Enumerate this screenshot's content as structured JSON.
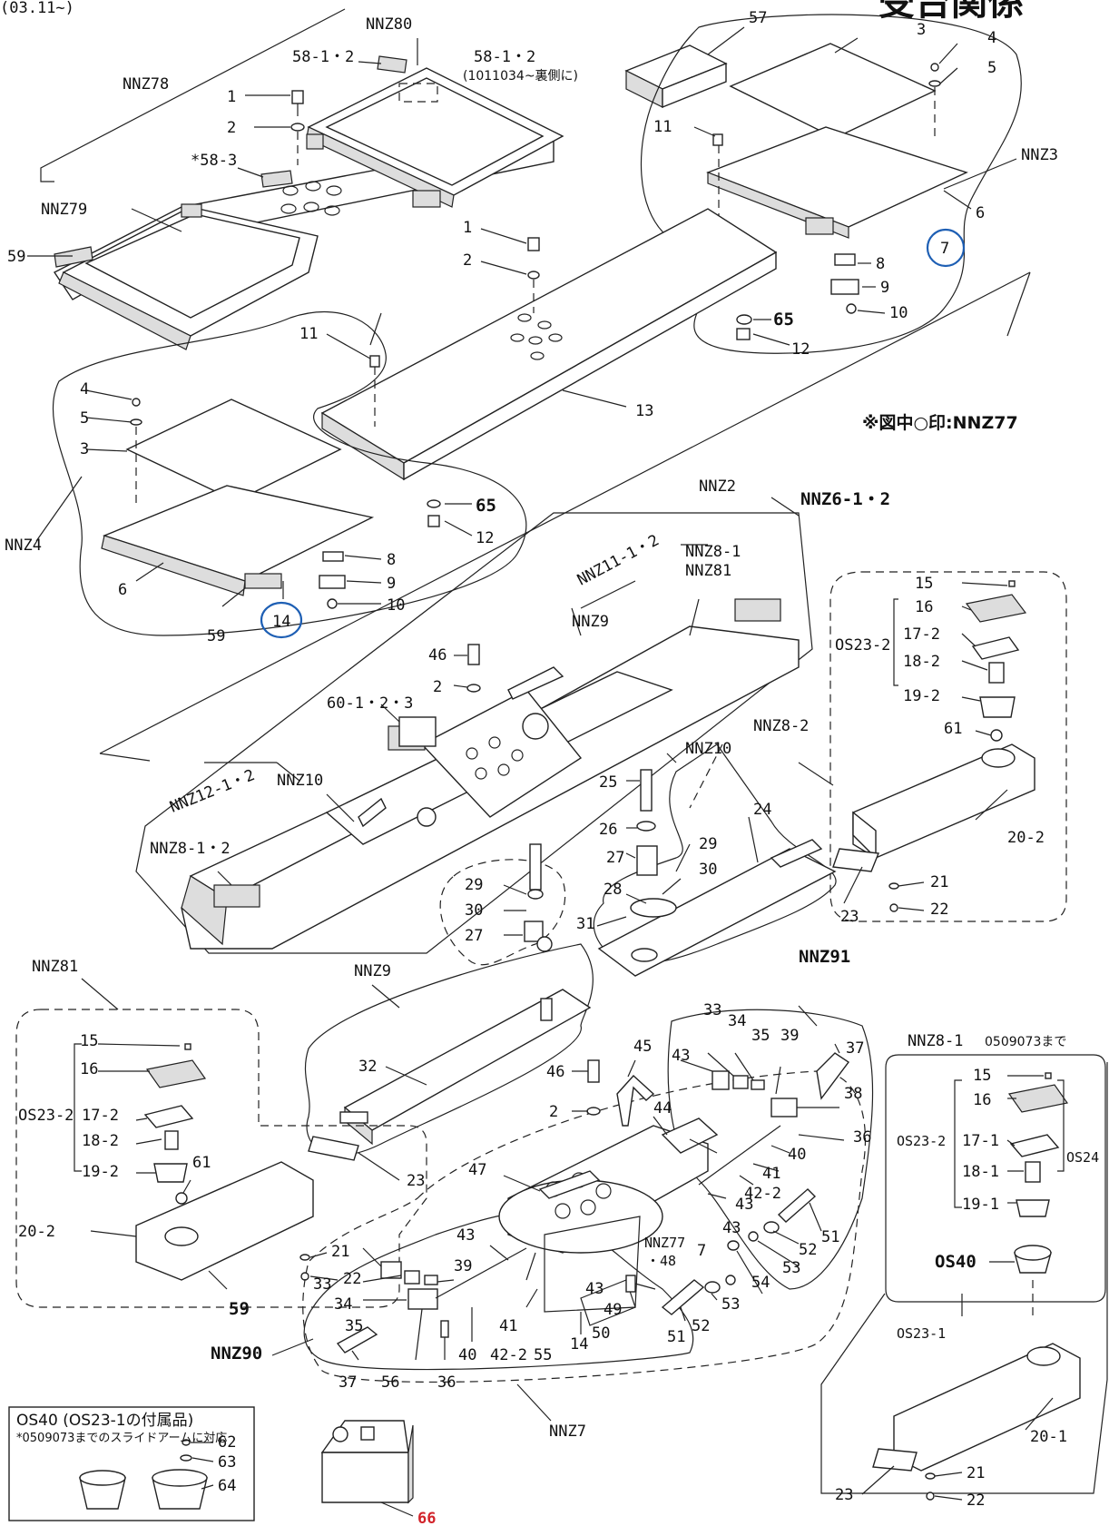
{
  "header": {
    "top_left": "(03.11~)",
    "top_right": "受台関係"
  },
  "note": {
    "text": "※図中○印:NNZ77",
    "marker_color": "#1e5fb4"
  },
  "assemblies": {
    "nnz78": "NNZ78",
    "nnz79": "NNZ79",
    "nnz80": "NNZ80",
    "nnz3": "NNZ3",
    "nnz4": "NNZ4",
    "nnz2": "NNZ2",
    "nnz6": "NNZ6-1・2",
    "nnz11": "NNZ11-1・2",
    "nnz8_1": "NNZ8-1",
    "nnz81_top": "NNZ81",
    "nnz9_top": "NNZ9",
    "nnz12": "NNZ12-1・2",
    "nnz10_left": "NNZ10",
    "nnz8_12": "NNZ8-1・2",
    "nnz10_mid": "NNZ10",
    "nnz8_2": "NNZ8-2",
    "nnz81_left": "NNZ81",
    "nnz9_mid": "NNZ9",
    "nnz91": "NNZ91",
    "nnz90": "NNZ90",
    "nnz7": "NNZ7",
    "nnz77_48": "NNZ77",
    "nnz77_48b": "・48",
    "nnz8_1_box": "NNZ8-1",
    "nnz8_1_box_note": "0509073まで",
    "os23_2_a": "OS23-2",
    "os23_2_b": "OS23-2",
    "os23_2_c": "OS23-2",
    "os24": "OS24",
    "os23_1": "OS23-1",
    "os40": "OS40"
  },
  "callouts": {
    "top_58_12": "58-1・2",
    "top_58_12_b": "58-1・2",
    "top_58_note": "(1011034~裏側に)",
    "top_58_3": "*58-3",
    "top_1": "1",
    "top_2": "2",
    "top_59": "59",
    "top_57": "57",
    "r_3": "3",
    "r_4": "4",
    "r_5": "5",
    "r_11": "11",
    "r_6": "6",
    "r_7": "7",
    "r_8": "8",
    "r_9": "9",
    "r_10": "10",
    "r_65": "65",
    "r_12": "12",
    "c_1": "1",
    "c_2": "2",
    "c_13": "13",
    "l_11": "11",
    "l_4": "4",
    "l_5": "5",
    "l_3": "3",
    "l_6": "6",
    "l_65": "65",
    "l_12": "12",
    "l_8": "8",
    "l_9": "9",
    "l_10": "10",
    "l_14": "14",
    "l_59": "59",
    "m_46": "46",
    "m_2": "2",
    "m_60": "60-1・2・3",
    "rr_15": "15",
    "rr_16": "16",
    "rr_172": "17-2",
    "rr_182": "18-2",
    "rr_192": "19-2",
    "rr_61": "61",
    "rr_202": "20-2",
    "rr_21": "21",
    "rr_22": "22",
    "rr_23": "23",
    "s_25": "25",
    "s_26": "26",
    "s_27": "27",
    "s_24": "24",
    "s_29": "29",
    "s_30": "30",
    "s_28": "28",
    "s_31": "31",
    "s_29b": "29",
    "s_30b": "30",
    "s_27b": "27",
    "s_32": "32",
    "ll_15": "15",
    "ll_16": "16",
    "ll_172": "17-2",
    "ll_182": "18-2",
    "ll_192": "19-2",
    "ll_61": "61",
    "ll_202": "20-2",
    "ll_21": "21",
    "ll_22": "22",
    "ll_23": "23",
    "ll_59": "59",
    "b_45": "45",
    "b_46": "46",
    "b_2": "2",
    "b_44": "44",
    "b_47": "47",
    "b_43a": "43",
    "b_43b": "43",
    "b_43c": "43",
    "b_43d": "43",
    "b_33": "33",
    "b_34": "34",
    "b_35": "35",
    "b_39": "39",
    "b_37": "37",
    "b_38": "38",
    "b_36": "36",
    "b_40": "40",
    "b_41": "41",
    "b_422": "42-2",
    "b_51": "51",
    "b_52": "52",
    "b_53": "53",
    "b_54": "54",
    "b_49": "49",
    "b_50": "50",
    "b_51b": "51",
    "b_52b": "52",
    "b_53b": "53",
    "b_7": "7",
    "b_14": "14",
    "b_55": "55",
    "bl_39": "39",
    "bl_33": "33",
    "bl_34": "34",
    "bl_35": "35",
    "bl_41": "41",
    "bl_422": "42-2",
    "bl_40": "40",
    "bl_37": "37",
    "bl_56": "56",
    "bl_36": "36",
    "br_15": "15",
    "br_16": "16",
    "br_171": "17-1",
    "br_181": "18-1",
    "br_191": "19-1",
    "br_201": "20-1",
    "br_21": "21",
    "br_22": "22",
    "br_23": "23",
    "p_66": "66"
  },
  "legend_box": {
    "title": "OS40 (OS23-1の付属品)",
    "note": "*0509073までのスライドアームに対応",
    "p62": "62",
    "p63": "63",
    "p64": "64"
  }
}
